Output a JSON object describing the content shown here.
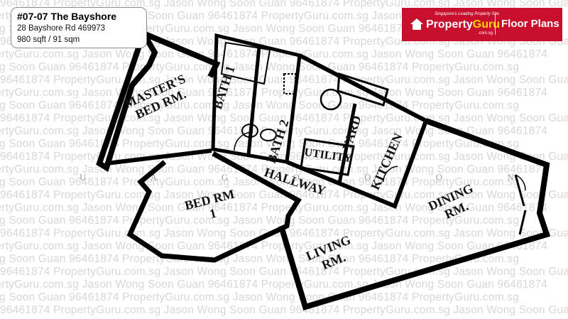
{
  "watermark": {
    "lines": [
      "96461874 PropertyGuru.com.sg Jason Wong Soon Guan 96461874 PropertyGuru.com.sg Jason Wong Soon Guan",
      "PropertyGuru.com.sg Jason Wong Soon Guan 96461874 PropertyGuru.com.sg Jason Wong Soon Guan 96461874",
      "Jason Wong Soon Guan 96461874 PropertyGuru.com.sg Jason Wong Soon Guan 96461874 PropertyGuru.com.sg"
    ]
  },
  "listing": {
    "title": "#07-07  The Bayshore",
    "address": "28 Bayshore Rd 469973",
    "size": "980 sqft / 91 sqm"
  },
  "brand": {
    "tagline": "Singapore's Leading Property Site",
    "name_main": "Property",
    "name_accent": "Guru",
    "domain": ".com.sg",
    "section": "Floor Plans",
    "color": "#c8102e"
  },
  "rooms": {
    "master": [
      "MASTER'S",
      "BED RM."
    ],
    "bath1": "BATH 1",
    "bath2": "BATH 2",
    "yard": "YARD",
    "utility": "UTILITY",
    "kitchen": "KITCHEN",
    "hallway": "HALLWAY",
    "bed1": [
      "BED RM",
      "1"
    ],
    "living": [
      "LIVING",
      "RM."
    ],
    "dining": [
      "DINING",
      "RM."
    ]
  },
  "compass": "U A G O O O N"
}
